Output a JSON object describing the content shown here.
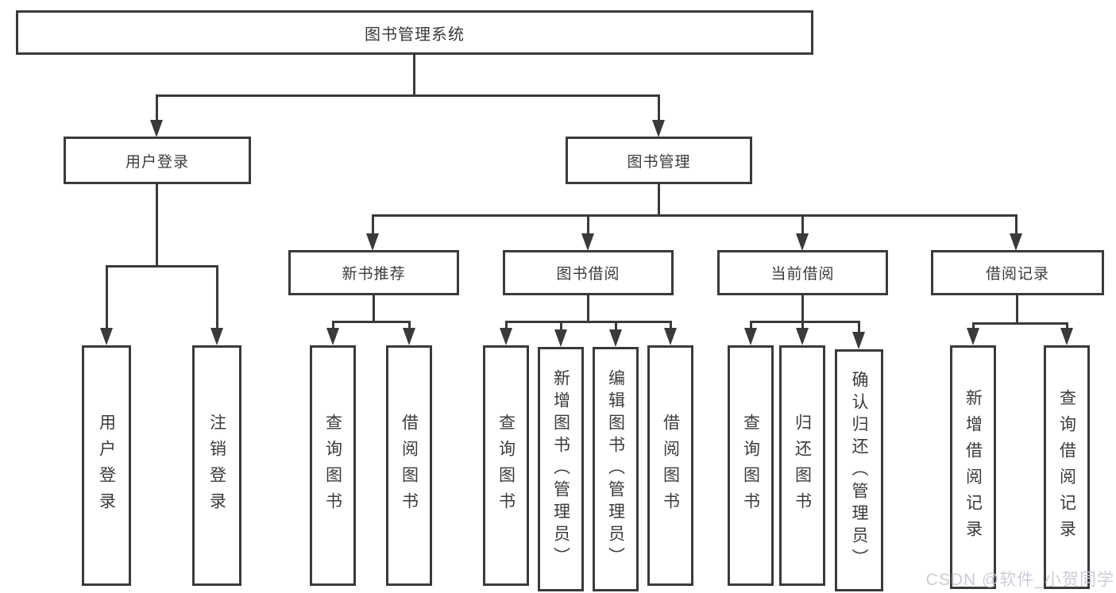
{
  "diagram": {
    "root": "图书管理系统",
    "branches": [
      {
        "label": "用户登录",
        "children": [
          "用户登录",
          "注销登录"
        ]
      },
      {
        "label": "图书管理",
        "children": [
          {
            "label": "新书推荐",
            "children": [
              "查询图书",
              "借阅图书"
            ]
          },
          {
            "label": "图书借阅",
            "children": [
              "查询图书",
              "新增图书（管理员）",
              "编辑图书（管理员）",
              "借阅图书"
            ]
          },
          {
            "label": "当前借阅",
            "children": [
              "查询图书",
              "归还图书",
              "确认归还（管理员）"
            ]
          },
          {
            "label": "借阅记录",
            "children": [
              "新增借阅记录",
              "查询借阅记录"
            ]
          }
        ]
      }
    ]
  },
  "watermark": {
    "text": "CSDN @软件_小贺同学"
  },
  "colors": {
    "line": "#3a3a3a",
    "text": "#3b3b3b",
    "background": "#ffffff",
    "watermark": "#ccccd6"
  }
}
